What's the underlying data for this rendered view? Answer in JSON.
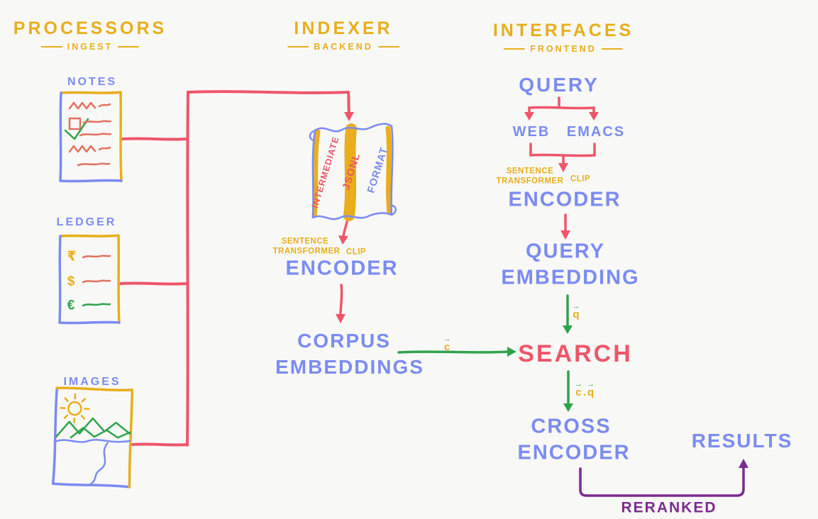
{
  "colors": {
    "bg": "#f8f8f6",
    "yellow": "#e8ae1b",
    "blue": "#7b8bf2",
    "red": "#ee5569",
    "salmon": "#e2715f",
    "green": "#31a24c",
    "purple": "#7c2b8e"
  },
  "columns": {
    "processors": {
      "title": "PROCESSORS",
      "subtitle": "INGEST"
    },
    "indexer": {
      "title": "INDEXER",
      "subtitle": "BACKEND"
    },
    "interfaces": {
      "title": "INTERFACES",
      "subtitle": "FRONTEND"
    }
  },
  "processors": {
    "notes": {
      "label": "NOTES"
    },
    "ledger": {
      "label": "LEDGER",
      "symbols": {
        "rupee": "₹",
        "dollar": "$",
        "euro": "€"
      }
    },
    "images": {
      "label": "IMAGES"
    }
  },
  "indexer": {
    "scroll": {
      "left_text": "INTERMEDIATE",
      "center_text": "JSONL",
      "right_text": "FORMAT"
    },
    "encoder": {
      "pre_line1": "SENTENCE",
      "pre_line2": "TRANSFORMER",
      "side": "CLIP",
      "label": "ENCODER"
    },
    "corpus_embeddings": {
      "line1": "CORPUS",
      "line2": "EMBEDDINGS"
    }
  },
  "interfaces": {
    "query": "QUERY",
    "clients": {
      "web": "WEB",
      "emacs": "EMACS"
    },
    "encoder": {
      "pre_line1": "SENTENCE",
      "pre_line2": "TRANSFORMER",
      "side": "CLIP",
      "label": "ENCODER"
    },
    "query_embedding": {
      "line1": "QUERY",
      "line2": "EMBEDDING"
    },
    "search": "SEARCH",
    "cross_encoder": {
      "line1": "CROSS",
      "line2": "ENCODER"
    },
    "results": "RESULTS",
    "reranked": "RERANKED"
  },
  "edge_labels": {
    "corpus_vector": "c",
    "query_vector": "q",
    "dot_left": "c",
    "dot": ".",
    "dot_right": "q"
  },
  "icons": {
    "vector_arrow": "→"
  }
}
